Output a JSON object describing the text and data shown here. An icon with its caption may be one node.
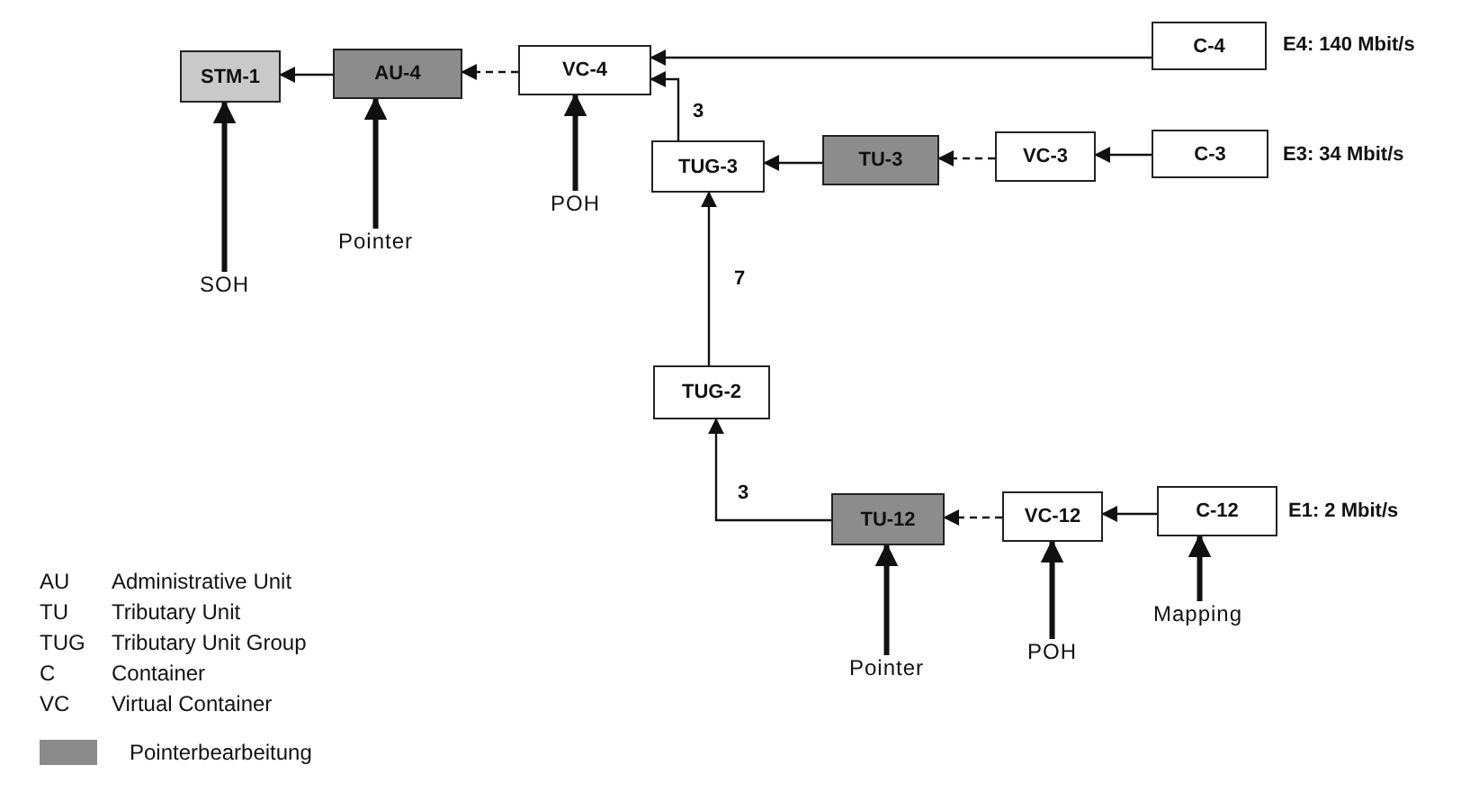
{
  "diagram": {
    "nodes": [
      {
        "text": [
          "STM-1"
        ]
      },
      {
        "text": [
          "AU-4"
        ]
      },
      {
        "text": [
          "VC-4"
        ]
      },
      {
        "text": [
          "C-4"
        ],
        "beside": [
          "E4: 140 Mbit/s"
        ]
      },
      {
        "text": [
          "TUG-3"
        ]
      },
      {
        "text": [
          "TU-3"
        ]
      },
      {
        "text": [
          "VC-3"
        ]
      },
      {
        "text": [
          "C-3"
        ],
        "beside": [
          "E3: 34 Mbit/s"
        ]
      },
      {
        "text": [
          "POH"
        ]
      },
      {
        "text": [
          "Pointer"
        ]
      },
      {
        "text": [
          "SOH"
        ]
      },
      {
        "text": [
          "TUG-2"
        ]
      },
      {
        "text": [
          "TU-12"
        ]
      },
      {
        "text": [
          "VC-12"
        ]
      },
      {
        "text": [
          "C-12"
        ],
        "beside": [
          "E1:  2 Mbit/s"
        ]
      },
      {
        "text": [
          "Mapping"
        ]
      },
      {
        "text": [
          "POH"
        ]
      },
      {
        "text": [
          "Pointer"
        ]
      }
    ],
    "edges": [
      {
        "from": 1,
        "to": 0,
        "arrow": "to"
      },
      {
        "from": 2,
        "to": 1,
        "arrow": "to",
        "style": "dashed"
      },
      {
        "from": 3,
        "to": 2,
        "arrow": "to"
      },
      {
        "from": 4,
        "to": 2,
        "arrow": "to",
        "label": "3"
      },
      {
        "from": 5,
        "to": 4,
        "arrow": "to"
      },
      {
        "from": 6,
        "to": 5,
        "arrow": "to",
        "style": "dashed"
      },
      {
        "from": 7,
        "to": 6,
        "arrow": "to"
      },
      {
        "from": 10,
        "to": 0,
        "arrow": "to",
        "style": "thick"
      },
      {
        "from": 9,
        "to": 1,
        "arrow": "to",
        "style": "thick"
      },
      {
        "from": 8,
        "to": 2,
        "arrow": "to",
        "style": "thick"
      },
      {
        "from": 11,
        "to": 4,
        "arrow": "to",
        "label": "7"
      },
      {
        "from": 12,
        "to": 11,
        "arrow": "to",
        "label": "3"
      },
      {
        "from": 13,
        "to": 12,
        "arrow": "to",
        "style": "dashed"
      },
      {
        "from": 14,
        "to": 13,
        "arrow": "to"
      },
      {
        "from": 17,
        "to": 12,
        "arrow": "to",
        "style": "thick"
      },
      {
        "from": 16,
        "to": 13,
        "arrow": "to",
        "style": "thick"
      },
      {
        "from": 15,
        "to": 14,
        "arrow": "to",
        "style": "thick"
      }
    ],
    "labels": [
      "AU",
      "Administrative Unit",
      "TU",
      "Tributary Unit",
      "TUG",
      "Tributary Unit Group",
      "C",
      "Container",
      "VC",
      "Virtual Container"
    ],
    "legend": [
      {
        "text": "Pointerbearbeitung",
        "color": "#8a8a8a"
      }
    ]
  }
}
